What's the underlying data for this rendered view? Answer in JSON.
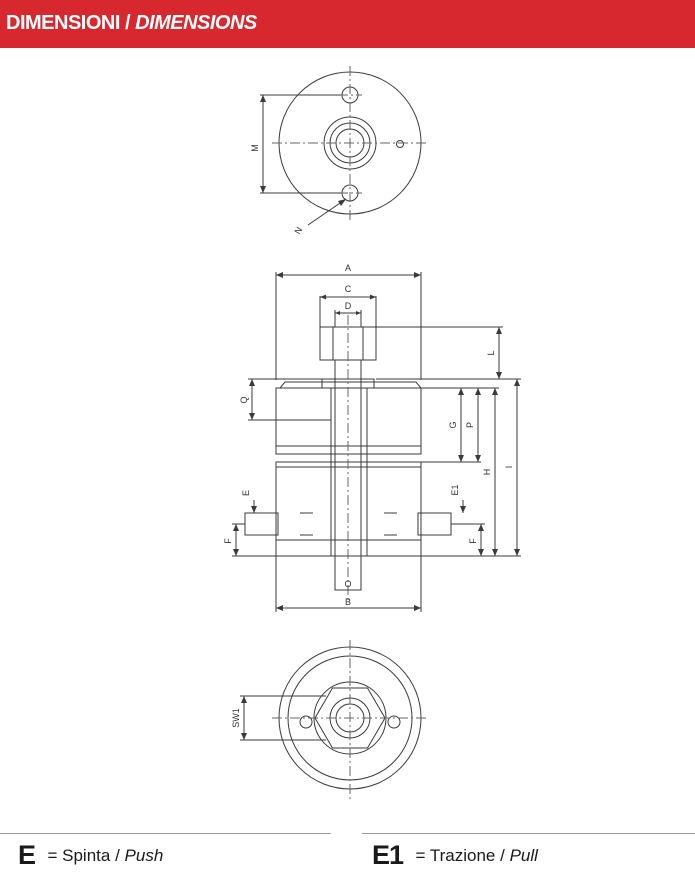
{
  "header": {
    "title_it": "DIMENSIONI",
    "separator": "/",
    "title_en": "DIMENSIONS",
    "background_color": "#d8282f"
  },
  "drawing": {
    "labels": {
      "A": "A",
      "B": "B",
      "C": "C",
      "D": "D",
      "E": "E",
      "E1": "E1",
      "F": "F",
      "F2": "F",
      "G": "G",
      "H": "H",
      "I": "I",
      "L": "L",
      "M": "M",
      "N": "N",
      "O": "O",
      "P": "P",
      "Q": "Q",
      "SW1": "SW1"
    }
  },
  "legend": {
    "push": {
      "symbol": "E",
      "eq": "=",
      "it": "Spinta",
      "sep": "/",
      "en": "Push"
    },
    "pull": {
      "symbol": "E1",
      "eq": "=",
      "it": "Trazione",
      "sep": "/",
      "en": "Pull"
    }
  }
}
